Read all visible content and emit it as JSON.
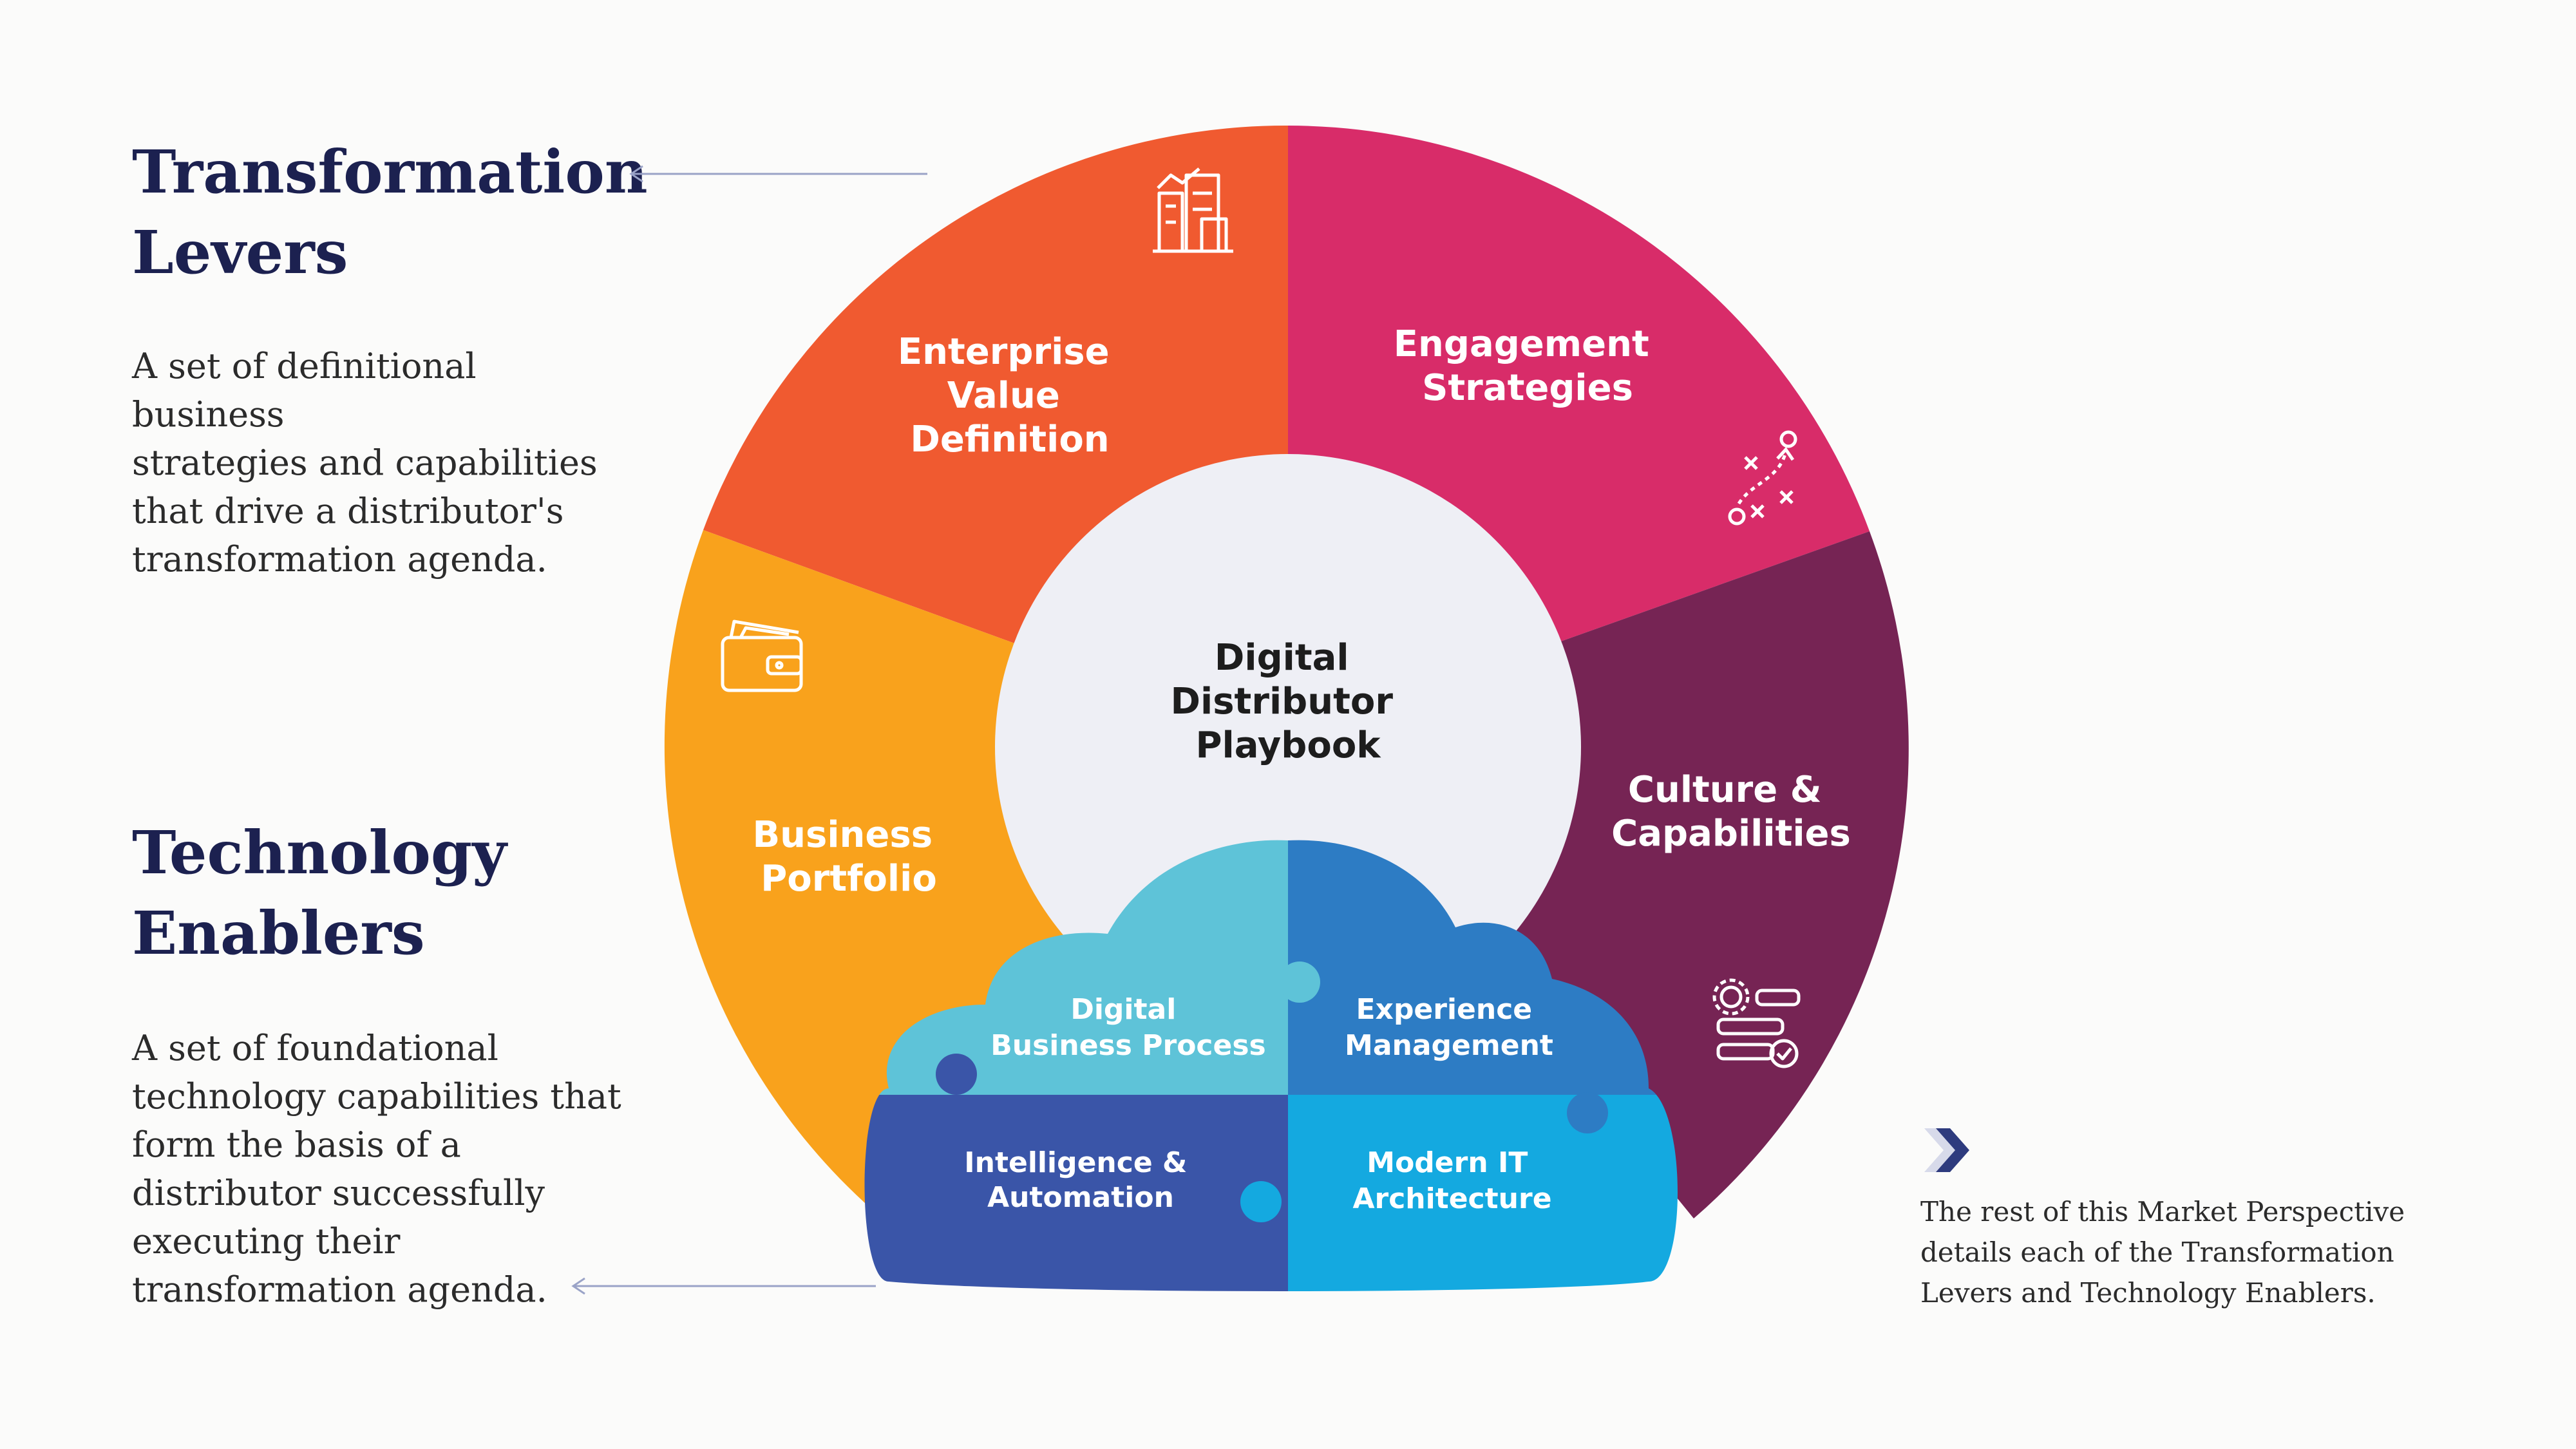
{
  "transformation_levers": {
    "title": [
      "Transformation",
      "Levers"
    ],
    "description": [
      "A set of definitional business",
      "strategies and capabilities",
      "that drive a distributor's",
      "transformation agenda."
    ]
  },
  "technology_enablers": {
    "title": [
      "Technology",
      "Enablers"
    ],
    "description": [
      "A set of foundational",
      "technology capabilities that",
      "form the basis of a",
      "distributor successfully",
      "executing their",
      "transformation agenda."
    ]
  },
  "center": {
    "lines": [
      "Digital",
      "Distributor",
      "Playbook"
    ]
  },
  "levers": [
    {
      "lines": [
        "Enterprise",
        "Value",
        "Definition"
      ],
      "color": "#f05a30",
      "icon": "buildings-chart-icon"
    },
    {
      "lines": [
        "Engagement",
        "Strategies"
      ],
      "color": "#d82c69",
      "icon": "strategy-play-icon"
    },
    {
      "lines": [
        "Culture &",
        "Capabilities"
      ],
      "color": "#762454",
      "icon": "gear-checklist-icon"
    },
    {
      "lines": [
        "Business",
        "Portfolio"
      ],
      "color": "#f9a21c",
      "icon": "wallet-cards-icon"
    }
  ],
  "enablers": [
    {
      "lines": [
        "Digital",
        "Business Process"
      ],
      "color": "#5ec3d8"
    },
    {
      "lines": [
        "Experience",
        "Management"
      ],
      "color": "#2d7cc4"
    },
    {
      "lines": [
        "Intelligence &",
        "Automation"
      ],
      "color": "#3a55a8"
    },
    {
      "lines": [
        "Modern IT",
        "Architecture"
      ],
      "color": "#14a9e0"
    }
  ],
  "footnote": {
    "icon": "chevron-right-icon",
    "lines": [
      "The rest of this Market Perspective",
      "details each of the Transformation",
      "Levers and Technology Enablers."
    ]
  }
}
